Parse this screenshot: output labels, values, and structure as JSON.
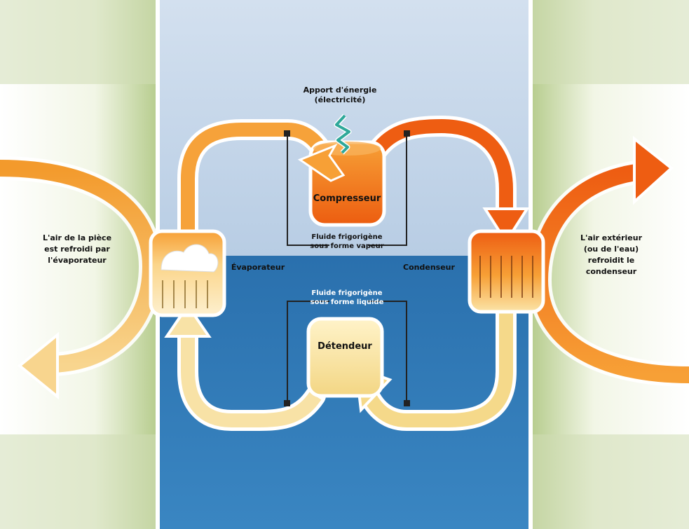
{
  "labels": {
    "energy_input": [
      "Apport d'énergie",
      "(électricité)"
    ],
    "compressor": "Compresseur",
    "gas_fluid": [
      "Fluide frigorigène",
      "sous forme vapeur"
    ],
    "liquid_fluid": [
      "Fluide frigorigène",
      "sous forme liquide"
    ],
    "evaporator": "Évaporateur",
    "condenser": "Condenseur",
    "expansion_valve": "Détendeur",
    "room_air": [
      "L'air de la pièce",
      "est refroidi par",
      "l'évaporateur"
    ],
    "outside_air": [
      "L'air extérieur",
      "(ou de l'eau)",
      "refroidit le",
      "condenseur"
    ]
  },
  "colors": {
    "hot_orange": "#f06a14",
    "warm_orange": "#f7a036",
    "cool_yellow": "#f7d98c",
    "pale_yellow": "#fbe9b8",
    "sky_top": "#c5d6ea",
    "water_blue": "#2f7dbb",
    "side_green": "#b9cf92",
    "energy_teal": "#2fa89a"
  }
}
